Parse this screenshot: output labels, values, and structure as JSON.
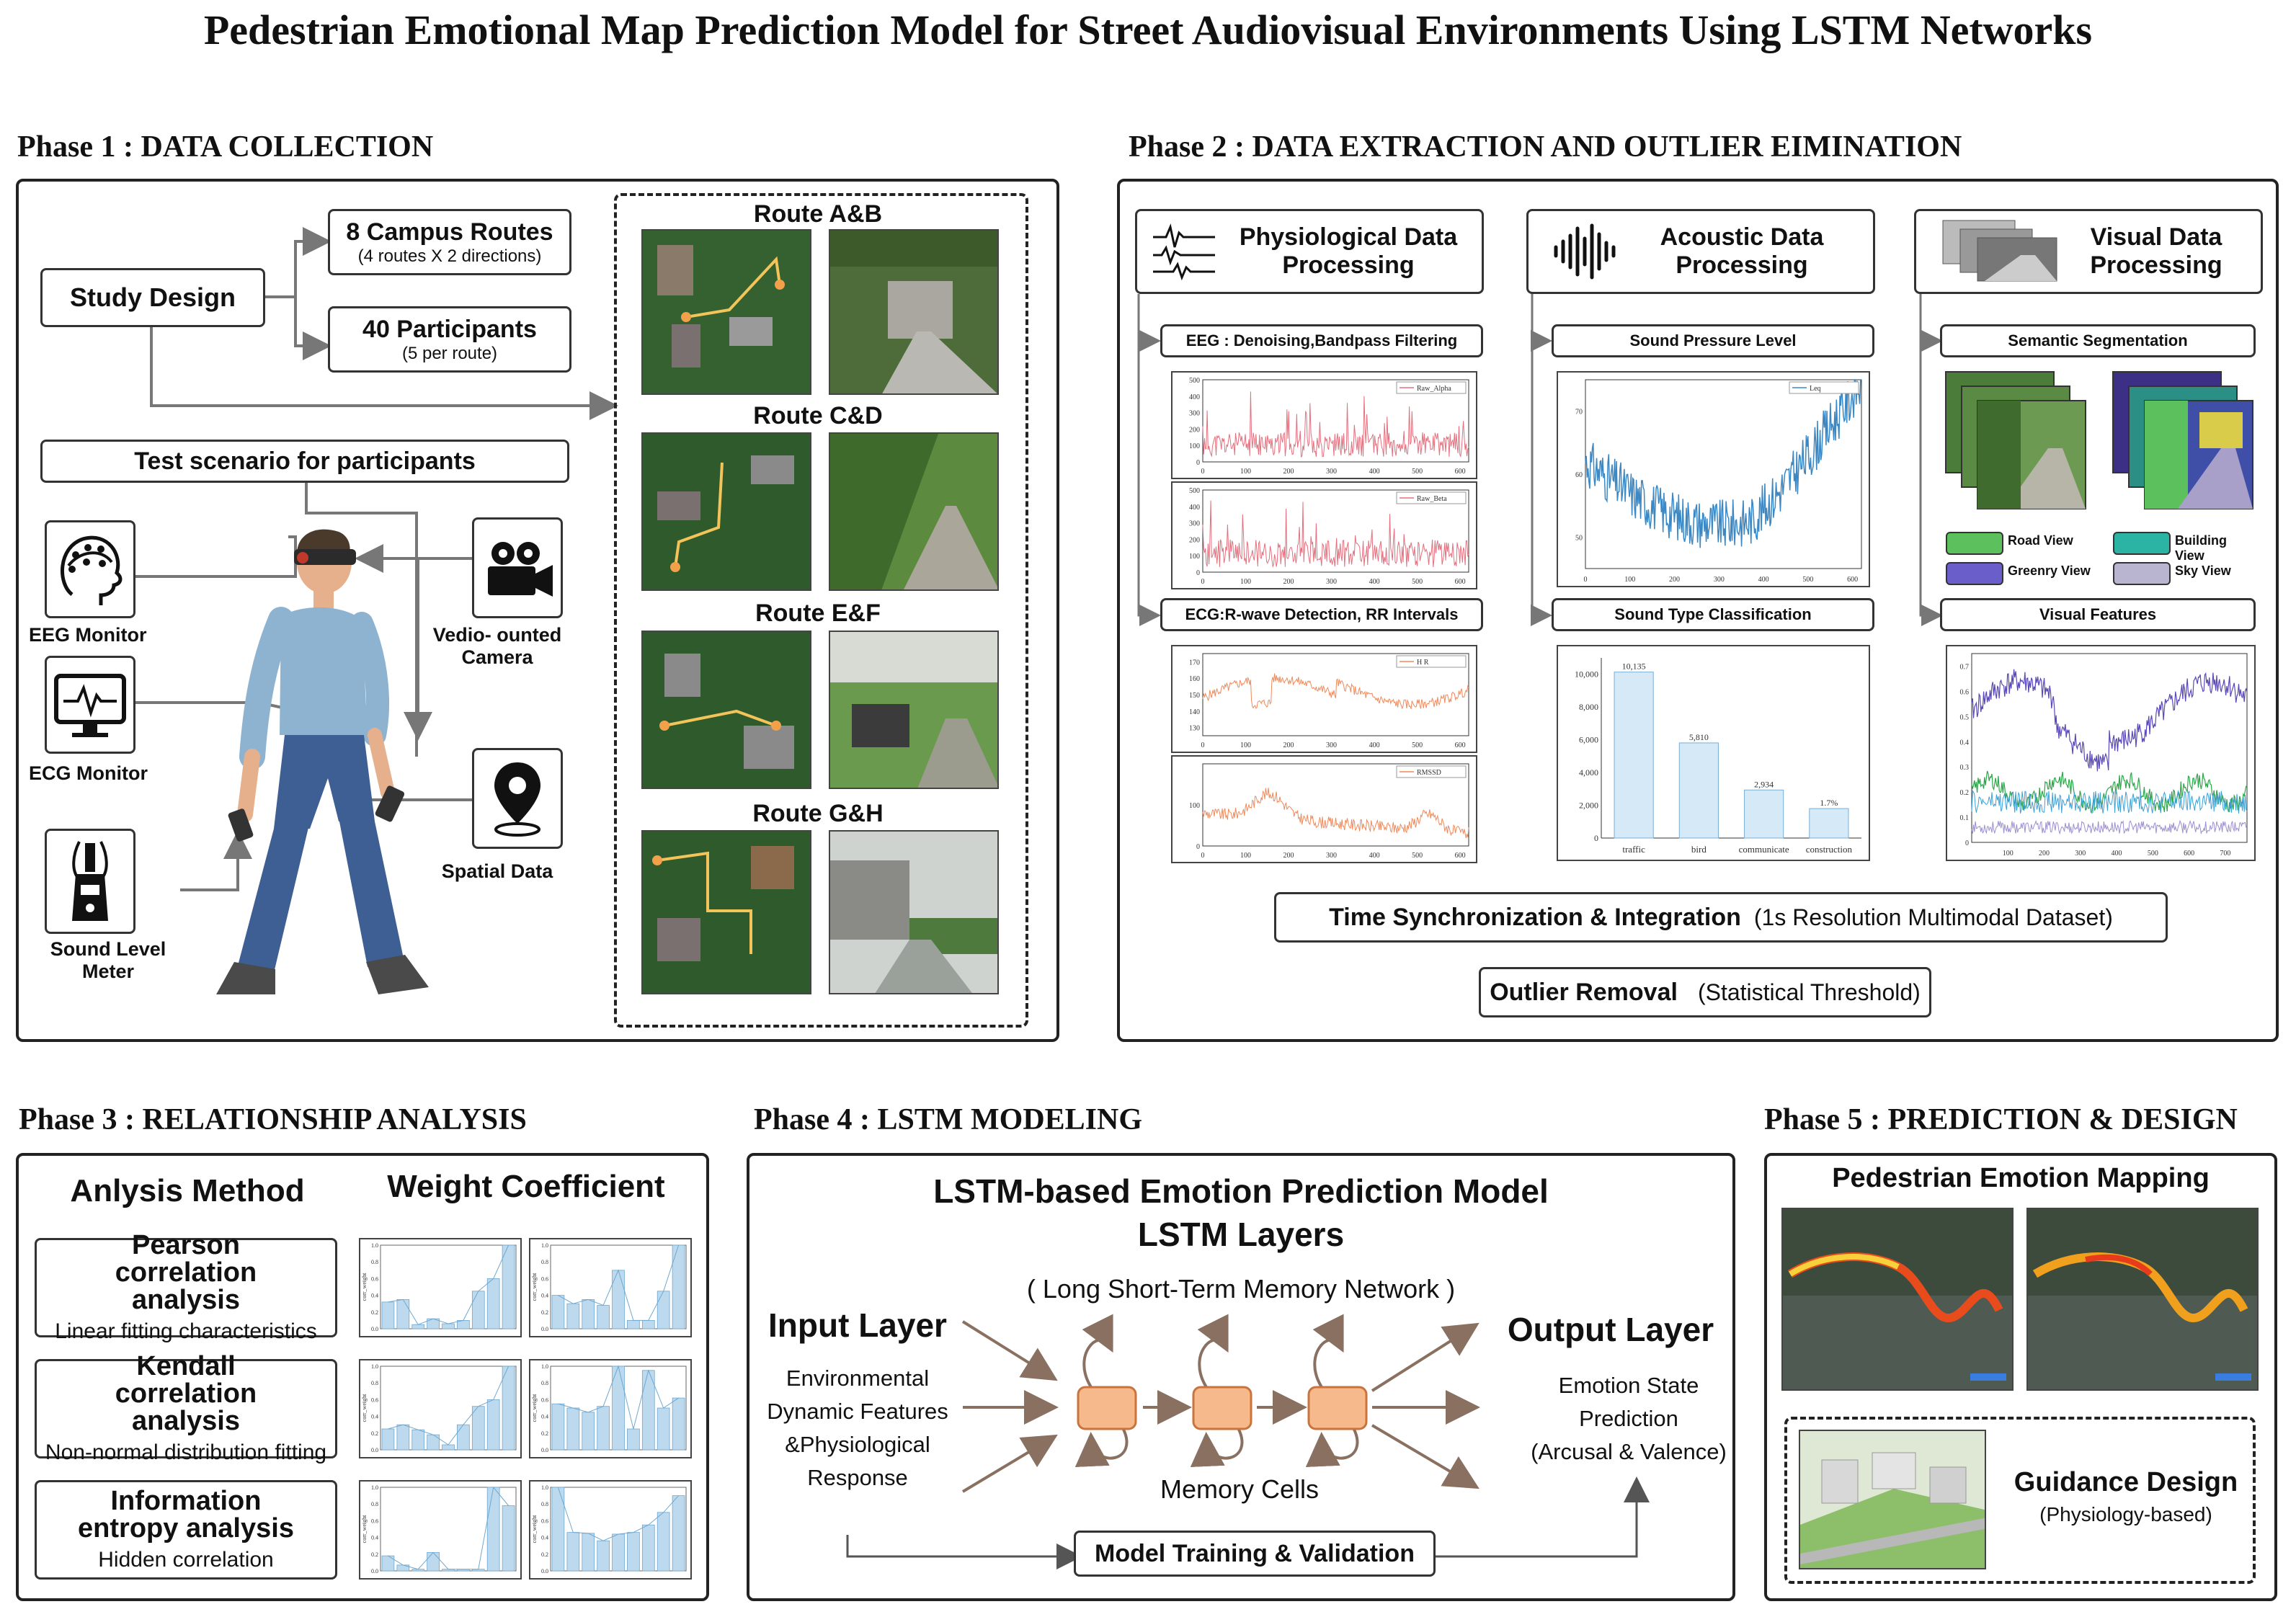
{
  "title": "Pedestrian Emotional Map Prediction Model for Street Audiovisual Environments Using LSTM Networks",
  "phase1": {
    "heading": "Phase 1 : DATA COLLECTION",
    "study_design": "Study Design",
    "routes_title": "8 Campus Routes",
    "routes_sub": "(4 routes X  2 directions)",
    "participants_title": "40 Participants",
    "participants_sub": "(5 per route)",
    "test_scenario": "Test  scenario for participants",
    "eeg": "EEG Monitor",
    "ecg": "ECG Monitor",
    "sound": "Sound Level Meter",
    "camera": "Vedio- ounted Camera",
    "spatial": "Spatial Data",
    "route_labels": [
      "Route A&B",
      "Route C&D",
      "Route E&F",
      "Route G&H"
    ]
  },
  "phase2": {
    "heading": "Phase 2 : DATA EXTRACTION AND OUTLIER EIMINATION",
    "physio_title": "Physiological Data Processing",
    "acoustic_title": "Acoustic Data Processing",
    "visual_title": "Visual Data Processing",
    "eeg_step": "EEG : Denoising,Bandpass Filtering",
    "ecg_step": "ECG:R-wave Detection, RR Intervals",
    "spl_step": "Sound Pressure Level",
    "stc_step": "Sound Type Classification",
    "seg_step": "Semantic Segmentation",
    "vf_step": "Visual Features",
    "legend": [
      "Road View",
      "Building View",
      "Greenry View",
      "Sky View"
    ],
    "legend_colors": [
      "#5cc05c",
      "#2bb3a4",
      "#6a5ecb",
      "#b9b4cf"
    ],
    "sync_main": "Time Synchronization & Integration",
    "sync_sub": "(1s Resolution Multimodal Dataset)",
    "outlier_main": "Outlier Removal",
    "outlier_sub": "(Statistical Threshold)",
    "eeg_alpha_legend": "Raw_Alpha",
    "eeg_beta_legend": "Raw_Beta",
    "hr_legend": "H R",
    "rmssd_legend": "RMSSD",
    "leq_legend": "Leq"
  },
  "chart_data": [
    {
      "type": "bar",
      "categories": [
        "traffic",
        "bird",
        "communicate",
        "construction"
      ],
      "values": [
        10135,
        5810,
        2934,
        1800
      ],
      "data_labels": [
        "10,135",
        "5,810",
        "2,934",
        "1.7%"
      ],
      "ylim": [
        0,
        11000
      ],
      "yticks": [
        "0",
        "2,000",
        "4,000",
        "6,000",
        "8,000",
        "10,000"
      ]
    },
    {
      "type": "line",
      "series": [
        {
          "name": "Raw_Alpha"
        }
      ],
      "ylim": [
        0,
        500
      ],
      "xlim": [
        0,
        620
      ]
    },
    {
      "type": "line",
      "series": [
        {
          "name": "Raw_Beta"
        }
      ],
      "ylim": [
        0,
        500
      ],
      "xlim": [
        0,
        620
      ]
    },
    {
      "type": "line",
      "series": [
        {
          "name": "H R"
        }
      ],
      "ylim": [
        125,
        175
      ],
      "xlim": [
        0,
        620
      ]
    },
    {
      "type": "line",
      "series": [
        {
          "name": "RMSSD"
        }
      ],
      "ylim": [
        0,
        200
      ],
      "xlim": [
        0,
        620
      ]
    },
    {
      "type": "line",
      "series": [
        {
          "name": "Leq"
        }
      ],
      "ylim": [
        45,
        75
      ],
      "xlim": [
        0,
        620
      ]
    },
    {
      "type": "line",
      "ylim": [
        0,
        0.75
      ],
      "xlim": [
        0,
        760
      ]
    }
  ],
  "phase3": {
    "heading": "Phase 3 : RELATIONSHIP ANALYSIS",
    "col1": "Anlysis  Method",
    "col2": "Weight  Coefficient",
    "methods": [
      {
        "title": "Pearson correlation analysis",
        "sub": "Linear fitting characteristics"
      },
      {
        "title": "Kendall correlation analysis",
        "sub": "Non-normal distribution fitting"
      },
      {
        "title": "Information entropy analysis",
        "sub": "Hidden correlation"
      }
    ],
    "weights": [
      [
        0.32,
        0.35,
        0.05,
        0.12,
        0.06,
        0.1,
        0.45,
        0.6,
        1.0
      ],
      [
        0.4,
        0.3,
        0.35,
        0.28,
        0.7,
        0.1,
        0.1,
        0.45,
        1.0
      ],
      [
        0.25,
        0.3,
        0.24,
        0.18,
        0.06,
        0.3,
        0.52,
        0.6,
        1.0
      ],
      [
        0.55,
        0.5,
        0.45,
        0.52,
        1.0,
        0.25,
        0.95,
        0.5,
        0.62
      ],
      [
        0.18,
        0.07,
        0.02,
        0.22,
        0.02,
        0.02,
        0.02,
        1.0,
        0.78
      ],
      [
        1.0,
        0.46,
        0.45,
        0.36,
        0.44,
        0.46,
        0.55,
        0.7,
        0.9
      ]
    ],
    "ylabel": "corr_weight"
  },
  "phase4": {
    "heading": "Phase 4 : LSTM MODELING",
    "model_title_1": "LSTM-based Emotion Prediction Model",
    "model_title_2": "LSTM Layers",
    "subtitle": "( Long Short-Term Memory Network )",
    "input_title": "Input Layer",
    "input_text": [
      "Environmental",
      "Dynamic Features",
      "&Physiological",
      "Response"
    ],
    "output_title": "Output Layer",
    "output_text": [
      "Emotion State",
      "Prediction",
      "(Arcusal & Valence)"
    ],
    "memory": "Memory Cells",
    "training": "Model Training & Validation"
  },
  "phase5": {
    "heading": "Phase 5 : PREDICTION & DESIGN",
    "mapping": "Pedestrian Emotion Mapping",
    "guidance": "Guidance Design",
    "guidance_sub": "(Physiology-based)"
  }
}
